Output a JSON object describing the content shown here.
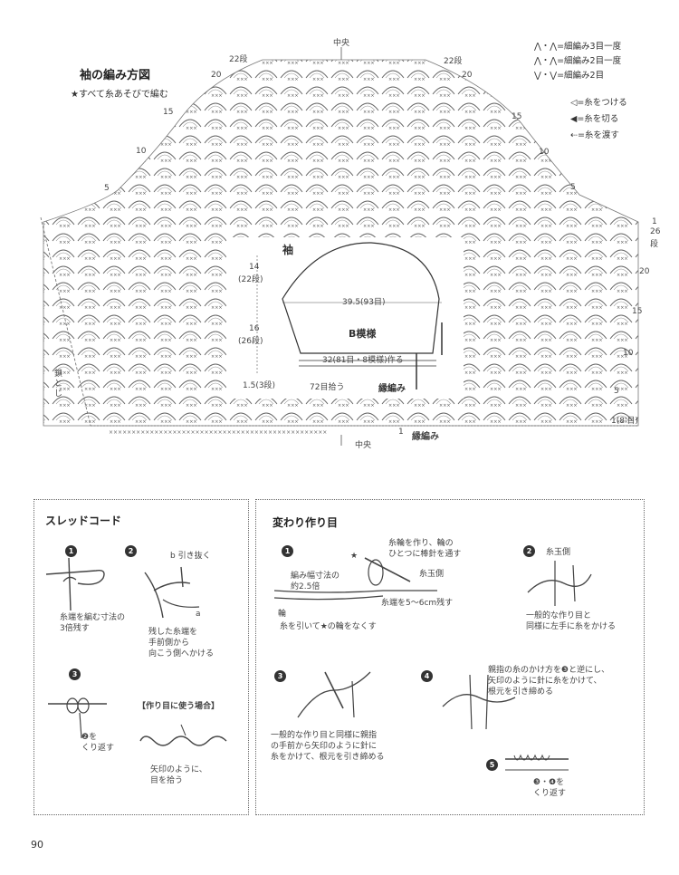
{
  "diagram": {
    "title": "袖の編み方図",
    "subtitle": "★すべて糸あそびで編む",
    "center_top": "中央",
    "center_bottom": "中央",
    "rows_left": [
      "22段",
      "20",
      "15",
      "10",
      "5"
    ],
    "rows_right": [
      "22段",
      "20",
      "15",
      "10",
      "5"
    ],
    "row_26_a": "1",
    "row_26_b": "26",
    "row_26_c": "段",
    "row_right_lower": [
      "20",
      "15",
      "10",
      "5"
    ],
    "row_1": "1(8'目)",
    "bottom_row_1": "1",
    "edging_label": "縁編み",
    "left_note": "鎖とじ"
  },
  "legend": [
    {
      "sym": "⋀・⋀",
      "label": "=細編み3目一度"
    },
    {
      "sym": "⋀・⋀",
      "label": "=細編み2目一度"
    },
    {
      "sym": "⋁・⋁",
      "label": "=細編み2目"
    },
    {
      "sym": "◁",
      "label": "=糸をつける"
    },
    {
      "sym": "◀",
      "label": "=糸を切る"
    },
    {
      "sym": "⇠",
      "label": "=糸を渡す"
    }
  ],
  "schematic": {
    "title": "袖",
    "h1": "14",
    "h1_rows": "(22段)",
    "h2": "16",
    "h2_rows": "(26段)",
    "h3": "1.5(3段)",
    "width_top": "39.5(93目)",
    "pattern": "B模様",
    "width_bottom": "32(81目・8模様)作る",
    "pickup": "72目拾う",
    "edging": "縁編み"
  },
  "thread_cord": {
    "title": "スレッドコード",
    "step1": "1",
    "step1_note": "糸端を編む寸法の\n3倍残す",
    "step2": "2",
    "step2_b": "b 引き抜く",
    "step2_a": "a",
    "step2_note": "残した糸端を\n手前側から\n向こう側へかける",
    "step3": "3",
    "step3_note": "❷を\nくり返す",
    "usage_title": "【作り目に使う場合】",
    "usage_note": "矢印のように、\n目を拾う"
  },
  "special_cast_on": {
    "title": "変わり作り目",
    "step1": "1",
    "note1a": "糸輪を作り、輪の\nひとつに棒針を通す",
    "star": "★",
    "note1b": "糸玉側",
    "note1c": "編み幅寸法の\n約2.5倍",
    "note1d": "糸端を5〜6cm残す",
    "note1e": "輪",
    "note1f": "糸を引いて★の輪をなくす",
    "step2": "2",
    "note2a": "糸玉側",
    "note2b": "一般的な作り目と\n同様に左手に糸をかける",
    "step3": "3",
    "note3": "一般的な作り目と同様に親指\nの手前から矢印のように針に\n糸をかけて、根元を引き締める",
    "step4": "4",
    "note4": "親指の糸のかけ方を❸と逆にし、\n矢印のように針に糸をかけて、\n根元を引き締める",
    "step5": "5",
    "note5": "❸・❹を\nくり返す"
  },
  "page_number": "90"
}
